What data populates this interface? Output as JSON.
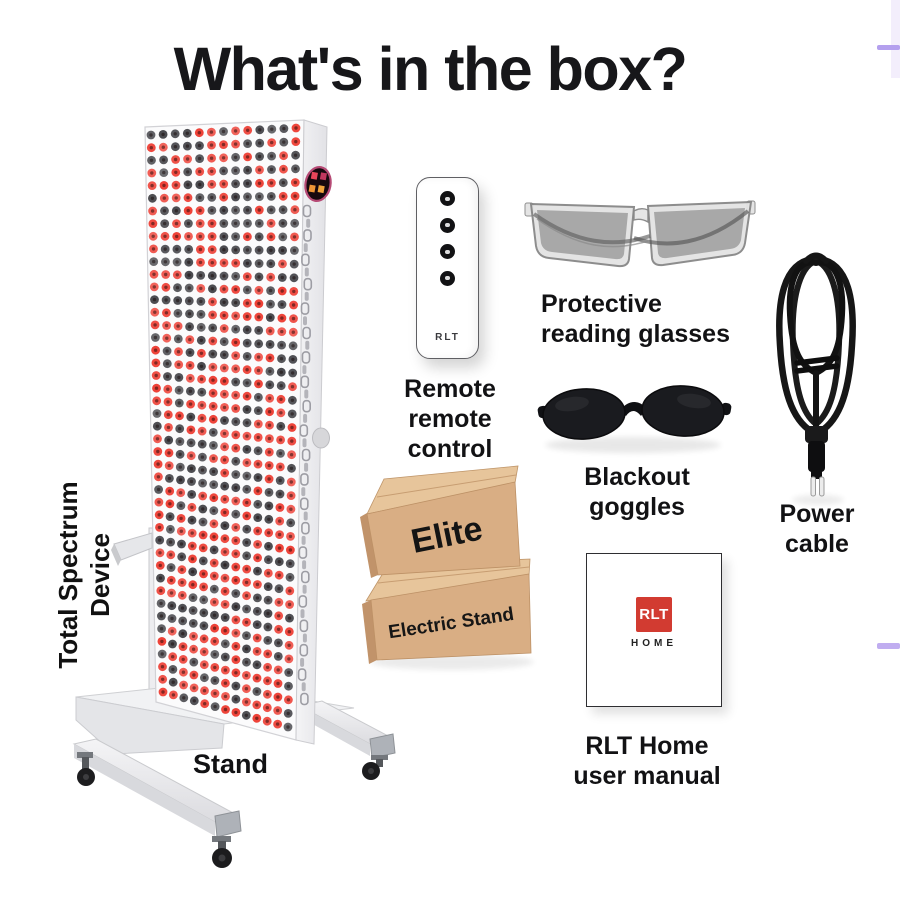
{
  "title": "What's in the box?",
  "device": {
    "label_lines": [
      "Total Spectrum",
      "Device"
    ],
    "stand_label": "Stand"
  },
  "remote": {
    "brand": "RLT",
    "button_count": 4,
    "label_lines": [
      "Remote",
      "remote",
      "control"
    ]
  },
  "glasses": {
    "label_lines": [
      "Protective",
      "reading glasses"
    ]
  },
  "goggles": {
    "label_lines": [
      "Blackout",
      "goggles"
    ]
  },
  "cable": {
    "label_lines": [
      "Power",
      "cable"
    ]
  },
  "boxes": {
    "top_label": "Elite",
    "bottom_label": "Electric Stand"
  },
  "manual": {
    "logo": "RLT",
    "logo_sub": "HOME",
    "label_lines": [
      "RLT Home",
      "user manual"
    ]
  },
  "colors": {
    "accent_red": "#d23b31",
    "kraft_front": "#d9ae84",
    "kraft_lid": "#e7c59b",
    "kraft_side": "#c1936a",
    "led_red": "#ee4238",
    "led_dark": "#4a4a4f"
  }
}
